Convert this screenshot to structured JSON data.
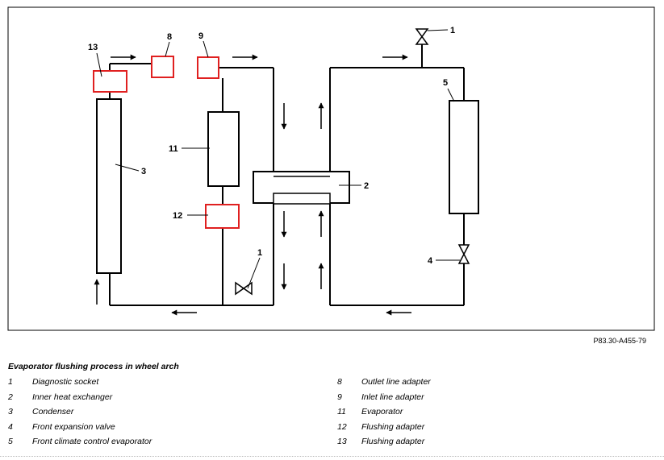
{
  "diagram": {
    "labels": {
      "l13": "13",
      "l8": "8",
      "l9": "9",
      "l1a": "1",
      "l5": "5",
      "l11": "11",
      "l3": "3",
      "l2": "2",
      "l12": "12",
      "l1b": "1",
      "l4": "4"
    },
    "colors": {
      "line": "#000000",
      "adapter": "#e02020"
    }
  },
  "figure_ref": "P83.30-A455-79",
  "caption": "Evaporator flushing process in wheel arch",
  "legend_left": [
    {
      "num": "1",
      "text": "Diagnostic socket"
    },
    {
      "num": "2",
      "text": "Inner heat exchanger"
    },
    {
      "num": "3",
      "text": "Condenser"
    },
    {
      "num": "4",
      "text": "Front expansion valve"
    },
    {
      "num": "5",
      "text": "Front climate control evaporator"
    }
  ],
  "legend_right": [
    {
      "num": "8",
      "text": "Outlet line adapter"
    },
    {
      "num": "9",
      "text": "Inlet line adapter"
    },
    {
      "num": "11",
      "text": "Evaporator"
    },
    {
      "num": "12",
      "text": "Flushing adapter"
    },
    {
      "num": "13",
      "text": "Flushing adapter"
    }
  ]
}
